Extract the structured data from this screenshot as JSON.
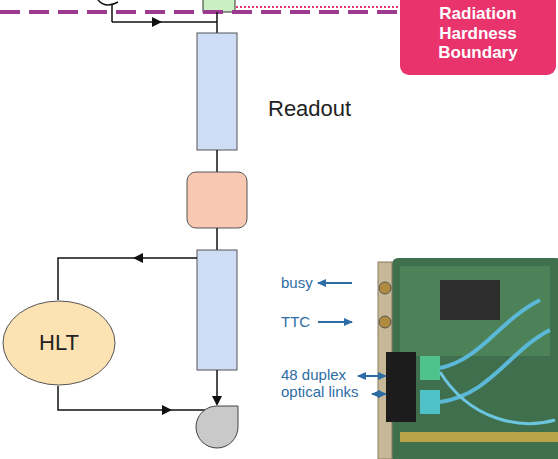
{
  "diagram": {
    "nodes": [
      {
        "text": [
          "Radiation Hardness Boundary"
        ]
      },
      {
        "text": [
          "HLT"
        ]
      }
    ],
    "labels": [
      "Readout",
      "busy",
      "TTC",
      "48 duplex optical links"
    ]
  }
}
